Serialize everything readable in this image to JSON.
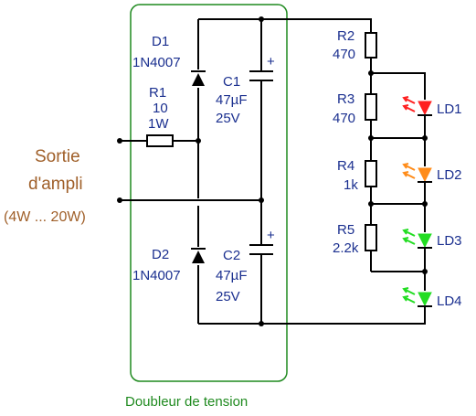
{
  "source": {
    "line1": "Sortie",
    "line2": "d'ampli",
    "line3": "(4W ... 20W)"
  },
  "doubler_box": {
    "label": "Doubleur de tension",
    "color": "#1f8a1f"
  },
  "components": {
    "d1": {
      "ref": "D1",
      "value": "1N4007"
    },
    "d2": {
      "ref": "D2",
      "value": "1N4007"
    },
    "r1": {
      "ref": "R1",
      "value": "10",
      "power": "1W"
    },
    "c1": {
      "ref": "C1",
      "value": "47µF",
      "voltage": "25V",
      "polarity": "+"
    },
    "c2": {
      "ref": "C2",
      "value": "47µF",
      "voltage": "25V",
      "polarity": "+"
    },
    "r2": {
      "ref": "R2",
      "value": "470"
    },
    "r3": {
      "ref": "R3",
      "value": "470"
    },
    "r4": {
      "ref": "R4",
      "value": "1k"
    },
    "r5": {
      "ref": "R5",
      "value": "2.2k"
    }
  },
  "leds": [
    {
      "ref": "LD1",
      "color": "#ff2020"
    },
    {
      "ref": "LD2",
      "color": "#ff8c1a"
    },
    {
      "ref": "LD3",
      "color": "#22dd22"
    },
    {
      "ref": "LD4",
      "color": "#22dd22"
    }
  ],
  "colors": {
    "text": "#1a2f8f",
    "source_text": "#a0602a",
    "wire": "#000000"
  }
}
